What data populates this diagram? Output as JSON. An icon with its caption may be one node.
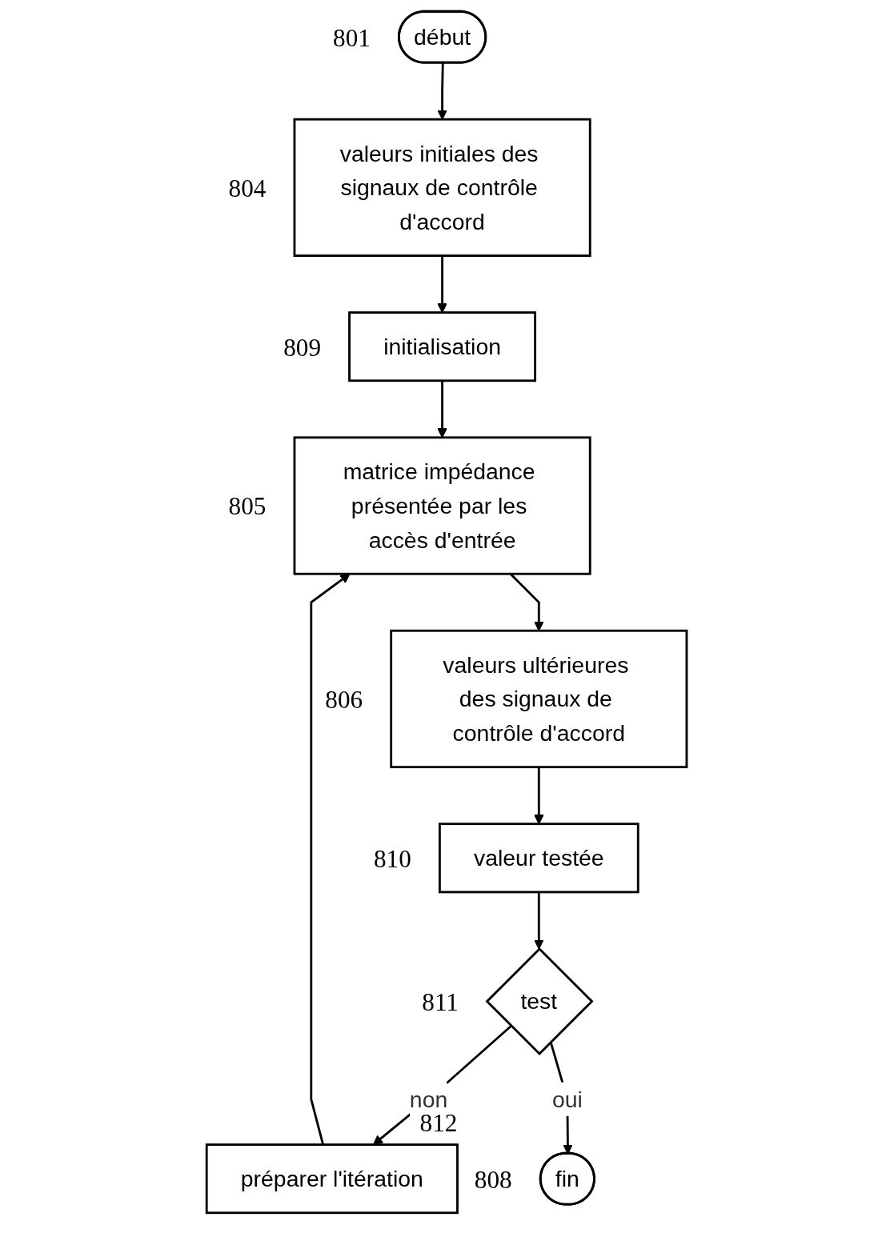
{
  "diagram": {
    "nodes": [
      {
        "text": [
          "début"
        ],
        "beside": [
          "801"
        ]
      },
      {
        "text": [
          "valeurs initiales des signaux de contrôle d'accord"
        ],
        "beside": [
          "804"
        ]
      },
      {
        "text": [
          "initialisation"
        ],
        "beside": [
          "809"
        ]
      },
      {
        "text": [
          "matrice impédance présentée par les accès d'entrée"
        ],
        "beside": [
          "805"
        ]
      },
      {
        "text": [
          "valeurs ultérieures des signaux de contrôle d'accord"
        ],
        "beside": [
          "806"
        ]
      },
      {
        "text": [
          "valeur testée"
        ],
        "beside": [
          "810"
        ]
      },
      {
        "text": [
          "test"
        ],
        "beside": [
          "811"
        ]
      },
      {
        "text": [
          "préparer l'itération"
        ],
        "beside": [
          "812"
        ]
      },
      {
        "text": [
          "fin"
        ],
        "beside": [
          "808"
        ]
      }
    ],
    "edges": [
      {
        "from": 0,
        "to": 1,
        "arrow": "to"
      },
      {
        "from": 1,
        "to": 2,
        "arrow": "to"
      },
      {
        "from": 2,
        "to": 3,
        "arrow": "to"
      },
      {
        "from": 3,
        "to": 4,
        "arrow": "to"
      },
      {
        "from": 4,
        "to": 5,
        "arrow": "to"
      },
      {
        "from": 5,
        "to": 6,
        "arrow": "to"
      },
      {
        "from": 6,
        "to": 7,
        "label": "non",
        "arrow": "to"
      },
      {
        "from": 6,
        "to": 8,
        "label": "oui",
        "arrow": "to"
      },
      {
        "from": 7,
        "to": 3,
        "arrow": "to"
      }
    ]
  }
}
